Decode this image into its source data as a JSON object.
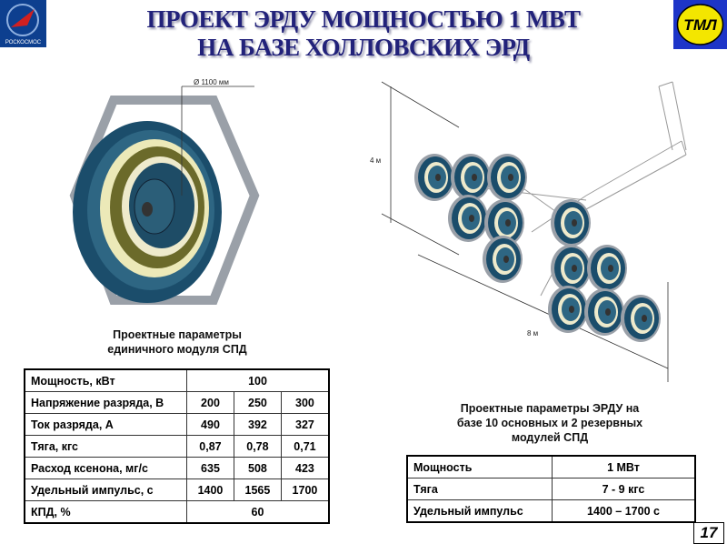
{
  "header": {
    "title_line1": "ПРОЕКТ ЭРДУ МОЩНОСТЬЮ 1 МВТ",
    "title_line2": "НА БАЗЕ ХОЛЛОВСКИХ ЭРД",
    "left_logo": "РОСКОСМОС",
    "right_logo": "ТМЛ"
  },
  "left_figure": {
    "diameter_label": "Ø 1100 мм",
    "caption_line1": "Проектные параметры",
    "caption_line2": "единичного модуля СПД"
  },
  "right_figure": {
    "height_label": "4 м",
    "width_label": "8 м",
    "caption_line1": "Проектные параметры  ЭРДУ на",
    "caption_line2": "базе 10 основных и 2 резервных",
    "caption_line3": "модулей СПД"
  },
  "module_table": {
    "power": {
      "label": "Мощность, кВт",
      "value": "100"
    },
    "rows": [
      {
        "label": "Напряжение разряда, В",
        "values": [
          "200",
          "250",
          "300"
        ]
      },
      {
        "label": "Ток разряда, А",
        "values": [
          "490",
          "392",
          "327"
        ]
      },
      {
        "label": "Тяга, кгс",
        "values": [
          "0,87",
          "0,78",
          "0,71"
        ]
      },
      {
        "label": "Расход ксенона, мг/с",
        "values": [
          "635",
          "508",
          "423"
        ]
      },
      {
        "label": "Удельный импульс, с",
        "values": [
          "1400",
          "1565",
          "1700"
        ]
      }
    ],
    "efficiency": {
      "label": "КПД, %",
      "value": "60"
    }
  },
  "system_table": {
    "rows": [
      {
        "label": "Мощность",
        "value": "1 МВт"
      },
      {
        "label": "Тяга",
        "value": "7 - 9 кгс"
      },
      {
        "label": "Удельный импульс",
        "value": "1400 – 1700 с"
      }
    ]
  },
  "page_number": "17"
}
